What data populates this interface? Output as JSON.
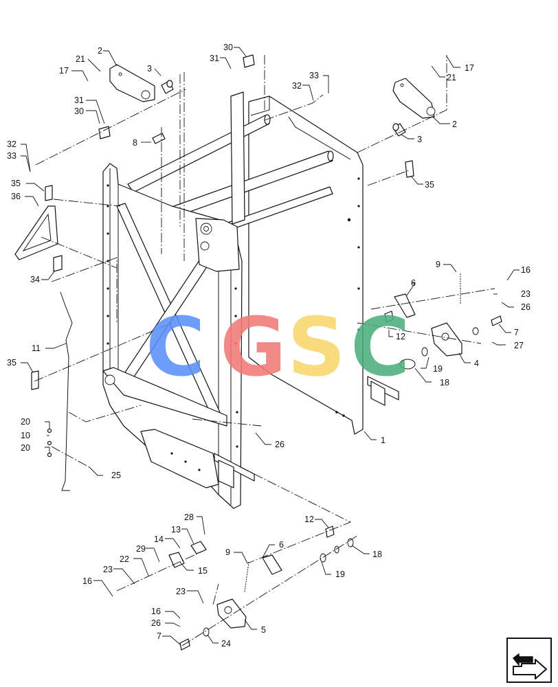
{
  "watermark": {
    "letters": [
      {
        "char": "C",
        "color": "#5b8ff9"
      },
      {
        "char": "G",
        "color": "#f07b76"
      },
      {
        "char": "S",
        "color": "#f7d76a"
      },
      {
        "char": "C",
        "color": "#4caf7d"
      }
    ]
  },
  "callouts": [
    {
      "id": "c2a",
      "text": "2"
    },
    {
      "id": "c21a",
      "text": "21"
    },
    {
      "id": "c17a",
      "text": "17"
    },
    {
      "id": "c3a",
      "text": "3"
    },
    {
      "id": "c30a",
      "text": "30"
    },
    {
      "id": "c31a",
      "text": "31"
    },
    {
      "id": "c33a",
      "text": "33"
    },
    {
      "id": "c32a",
      "text": "32"
    },
    {
      "id": "c17b",
      "text": "17"
    },
    {
      "id": "c21b",
      "text": "21"
    },
    {
      "id": "c2b",
      "text": "2"
    },
    {
      "id": "c31b",
      "text": "31"
    },
    {
      "id": "c30b",
      "text": "30"
    },
    {
      "id": "c8",
      "text": "8"
    },
    {
      "id": "c3b",
      "text": "3"
    },
    {
      "id": "c32b",
      "text": "32"
    },
    {
      "id": "c33b",
      "text": "33"
    },
    {
      "id": "c35a",
      "text": "35"
    },
    {
      "id": "c36",
      "text": "36"
    },
    {
      "id": "c35b",
      "text": "35"
    },
    {
      "id": "c34",
      "text": "34"
    },
    {
      "id": "c9a",
      "text": "9"
    },
    {
      "id": "c16a",
      "text": "16"
    },
    {
      "id": "c23a",
      "text": "23"
    },
    {
      "id": "c6a",
      "text": "6"
    },
    {
      "id": "c26a",
      "text": "26"
    },
    {
      "id": "c12a",
      "text": "12"
    },
    {
      "id": "c7a",
      "text": "7"
    },
    {
      "id": "c27",
      "text": "27"
    },
    {
      "id": "c11",
      "text": "11"
    },
    {
      "id": "c19a",
      "text": "19"
    },
    {
      "id": "c4",
      "text": "4"
    },
    {
      "id": "c35c",
      "text": "35"
    },
    {
      "id": "c18a",
      "text": "18"
    },
    {
      "id": "c1",
      "text": "1"
    },
    {
      "id": "c20a",
      "text": "20"
    },
    {
      "id": "c26b",
      "text": "26"
    },
    {
      "id": "c10",
      "text": "10"
    },
    {
      "id": "c20b",
      "text": "20"
    },
    {
      "id": "c25",
      "text": "25"
    },
    {
      "id": "c28",
      "text": "28"
    },
    {
      "id": "c12b",
      "text": "12"
    },
    {
      "id": "c13",
      "text": "13"
    },
    {
      "id": "c14",
      "text": "14"
    },
    {
      "id": "c6b",
      "text": "6"
    },
    {
      "id": "c9b",
      "text": "9"
    },
    {
      "id": "c29",
      "text": "29"
    },
    {
      "id": "c18b",
      "text": "18"
    },
    {
      "id": "c22",
      "text": "22"
    },
    {
      "id": "c15",
      "text": "15"
    },
    {
      "id": "c23b",
      "text": "23"
    },
    {
      "id": "c19b",
      "text": "19"
    },
    {
      "id": "c16b",
      "text": "16"
    },
    {
      "id": "c23c",
      "text": "23"
    },
    {
      "id": "c5",
      "text": "5"
    },
    {
      "id": "c16c",
      "text": "16"
    },
    {
      "id": "c26c",
      "text": "26"
    },
    {
      "id": "c7b",
      "text": "7"
    },
    {
      "id": "c24",
      "text": "24"
    }
  ],
  "nav": {
    "icon": "next-page-arrow-icon"
  }
}
